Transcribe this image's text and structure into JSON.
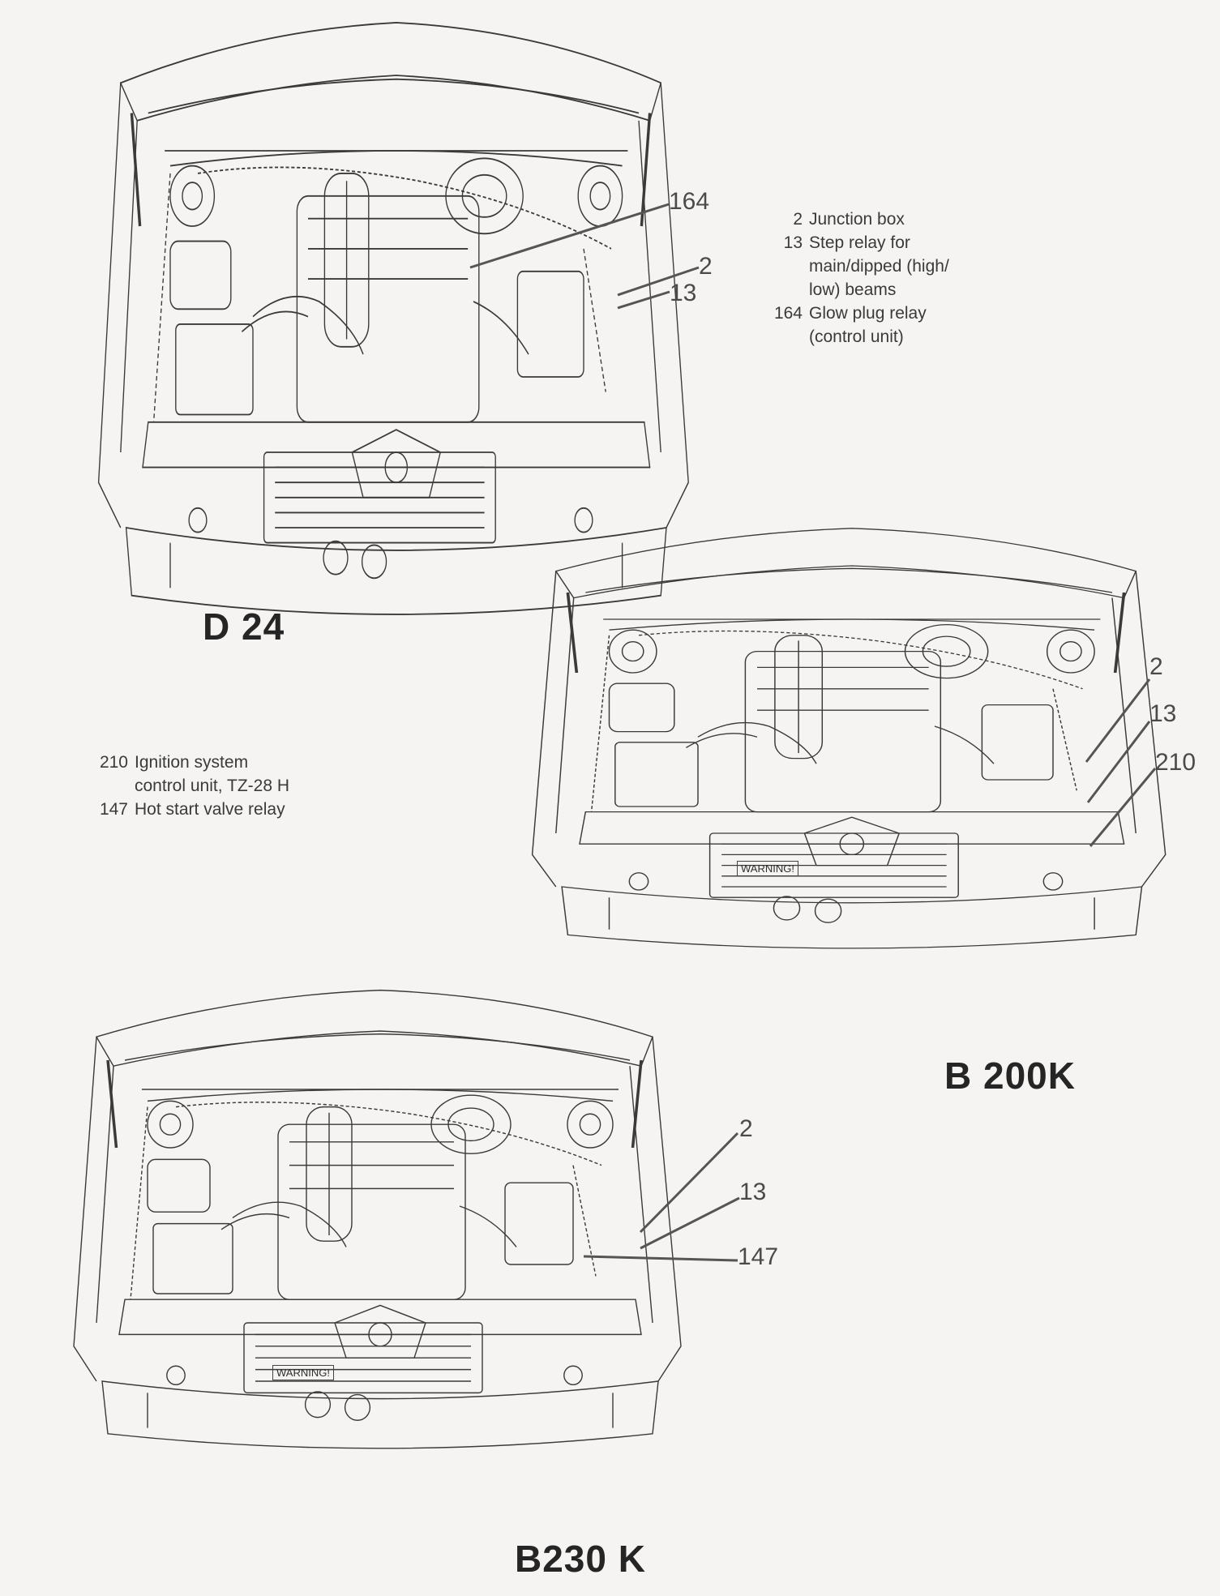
{
  "diagrams": [
    {
      "title": "D 24",
      "callouts": [
        "164",
        "2",
        "13"
      ]
    },
    {
      "title": "B 200K",
      "callouts": [
        "2",
        "13",
        "210"
      ]
    },
    {
      "title": "B230 K",
      "callouts": [
        "2",
        "13",
        "147"
      ]
    }
  ],
  "legend_d24": [
    {
      "num": "2",
      "lines": [
        "Junction box"
      ]
    },
    {
      "num": "13",
      "lines": [
        "Step relay for",
        "main/dipped (high/",
        "low) beams"
      ]
    },
    {
      "num": "164",
      "lines": [
        "Glow plug relay",
        "(control unit)"
      ]
    }
  ],
  "legend_b": [
    {
      "num": "210",
      "lines": [
        "Ignition system",
        "control unit, TZ-28 H"
      ]
    },
    {
      "num": "147",
      "lines": [
        "Hot start valve relay"
      ]
    }
  ],
  "labels": {
    "warning_b200": "WARNING!",
    "warning_b230": "WARNING!"
  }
}
